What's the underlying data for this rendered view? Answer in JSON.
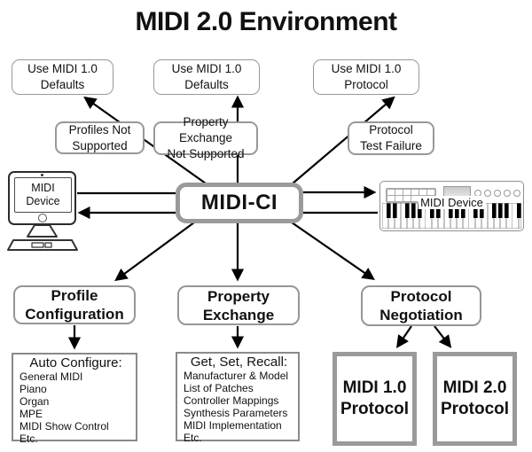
{
  "title": "MIDI 2.0 Environment",
  "outcomes": [
    {
      "label": "Use MIDI 1.0\nDefaults"
    },
    {
      "label": "Use MIDI 1.0\nDefaults"
    },
    {
      "label": "Use MIDI 1.0\nProtocol"
    }
  ],
  "failures": [
    {
      "label": "Profiles Not\nSupported"
    },
    {
      "label": "Property Exchange\nNot Supported"
    },
    {
      "label": "Protocol\nTest Failure"
    }
  ],
  "center": {
    "label": "MIDI-CI"
  },
  "devices": {
    "computer_label": "MIDI\nDevice",
    "keyboard_label": "MIDI Device"
  },
  "functions": [
    {
      "label": "Profile\nConfiguration"
    },
    {
      "label": "Property\nExchange"
    },
    {
      "label": "Protocol\nNegotiation"
    }
  ],
  "detail_lists": [
    {
      "header": "Auto Configure:",
      "items": [
        "General MIDI",
        "Piano",
        "Organ",
        "MPE",
        "MIDI Show Control",
        "Etc."
      ]
    },
    {
      "header": "Get, Set, Recall:",
      "items": [
        "Manufacturer & Model",
        "List of Patches",
        "Controller Mappings",
        "Synthesis Parameters",
        "MIDI Implementation",
        "Etc."
      ]
    }
  ],
  "protocols": [
    {
      "label": "MIDI 1.0\nProtocol"
    },
    {
      "label": "MIDI 2.0\nProtocol"
    }
  ],
  "colors": {
    "arrow": "#000000",
    "box_border": "#989898",
    "thick_border": "#9a9a9a",
    "text": "#111111"
  }
}
